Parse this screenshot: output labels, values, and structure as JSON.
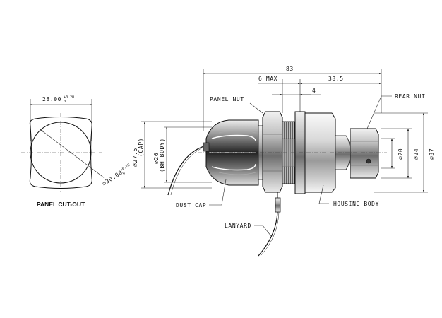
{
  "panel_cutout": {
    "title": "PANEL CUT-OUT",
    "width": "28.00",
    "width_tol_plus": "+0.20",
    "width_tol_zero": "0",
    "diameter": "⌀30.00",
    "diameter_tol_plus": "+0.20",
    "diameter_tol_zero": "0"
  },
  "dimensions": {
    "overall_length": "83",
    "max_panel": "6 MAX",
    "rear_length": "38.5",
    "gap": "4",
    "dia_cap": "⌀27.5",
    "dia_cap_note": "(CAP)",
    "dia_body": "⌀26",
    "dia_body_note": "(BH BODY)",
    "dia_20": "⌀20",
    "dia_24": "⌀24",
    "dia_37": "⌀37"
  },
  "callouts": {
    "panel_nut": "PANEL NUT",
    "rear_nut": "REAR NUT",
    "dust_cap": "DUST CAP",
    "housing_body": "HOUSING BODY",
    "lanyard": "LANYARD"
  }
}
